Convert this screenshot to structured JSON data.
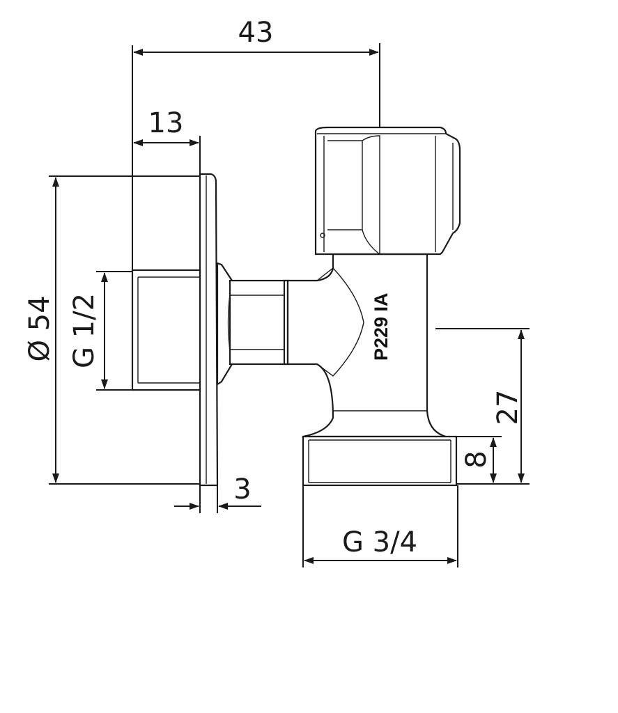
{
  "drawing": {
    "marking": "P229 IA",
    "dimensions": {
      "overall_length": "43",
      "thread_depth": "13",
      "flange_diameter": "Ø 54",
      "inlet_thread": "G 1/2",
      "flange_thickness": "3",
      "outlet_thread": "G 3/4",
      "outlet_height": "27",
      "outlet_thread_length": "8"
    }
  }
}
